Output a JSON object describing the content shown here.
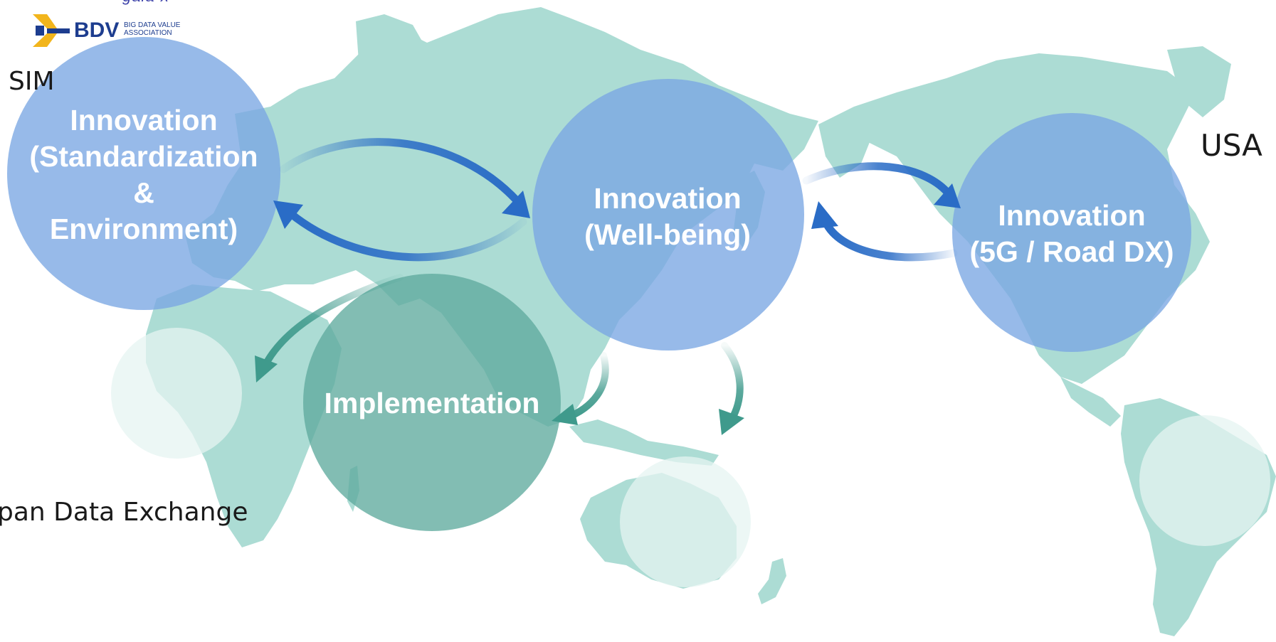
{
  "logo": {
    "top_partial_text": "gaia-x",
    "bdv_name": "BDV",
    "bdv_sub_line1": "BIG DATA VALUE",
    "bdv_sub_line2": "ASSOCIATION"
  },
  "labels": {
    "left_top": "SIM",
    "right": "USA",
    "left_bottom": "pan Data Exchange"
  },
  "bubbles": {
    "europe": [
      "Innovation",
      "(Standardization",
      "&",
      "Environment)"
    ],
    "japan": [
      "Innovation",
      "(Well-being)"
    ],
    "usa": [
      "Innovation",
      "(5G / Road DX)"
    ],
    "asia": [
      "Implementation"
    ]
  },
  "colors": {
    "map_land": "#acdcd4",
    "innovation_bubble": "#7aa6e3",
    "implementation_bubble": "#5faa9d",
    "faint_bubble": "#e6f4f1",
    "blue_arrow": "#2a6cc6",
    "teal_arrow": "#3f9a8c"
  }
}
